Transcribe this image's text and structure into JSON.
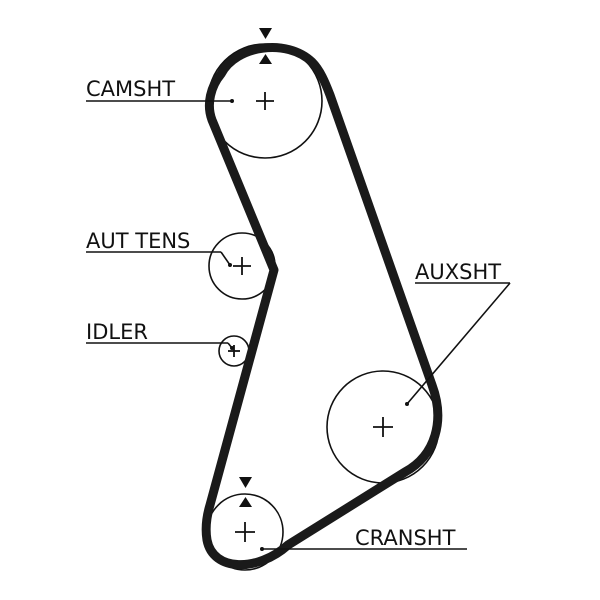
{
  "labels": {
    "camshaft": "CAMSHT",
    "tensioner": "AUT TENS",
    "idler": "IDLER",
    "auxshaft": "AUXSHT",
    "crankshaft": "CRANSHT"
  },
  "colors": {
    "line": "#111111",
    "belt": "#1a1a1a",
    "background": "#ffffff"
  }
}
